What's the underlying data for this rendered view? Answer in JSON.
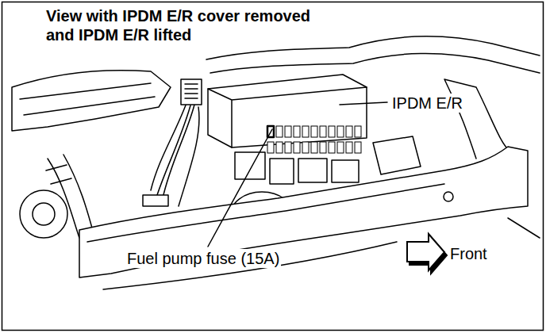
{
  "diagram": {
    "title": "View with IPDM E/R cover removed and IPDM E/R lifted",
    "labels": [
      "IPDM E/R",
      "Fuel pump fuse (15A)",
      "Front"
    ]
  }
}
